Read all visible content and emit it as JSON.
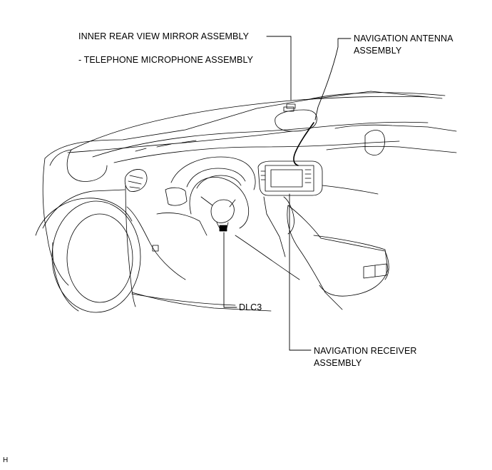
{
  "labels": {
    "mirror": "INNER REAR VIEW MIRROR ASSEMBLY",
    "microphone": "- TELEPHONE MICROPHONE ASSEMBLY",
    "antenna_line1": "NAVIGATION ANTENNA",
    "antenna_line2": "ASSEMBLY",
    "dlc3": "DLC3",
    "receiver_line1": "NAVIGATION RECEIVER",
    "receiver_line2": "ASSEMBLY"
  },
  "corner_code": "H"
}
